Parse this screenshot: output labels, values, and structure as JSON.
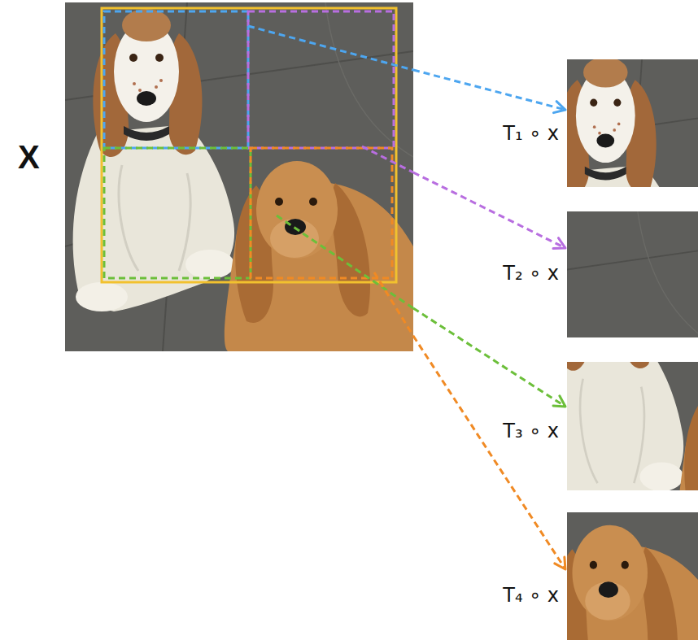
{
  "diagram": {
    "nodes": [
      {
        "text": [
          "X"
        ]
      },
      {
        "text": [
          "T₁ ∘ x"
        ]
      },
      {
        "text": [
          "T₂ ∘ x"
        ]
      },
      {
        "text": [
          "T₃ ∘ x"
        ]
      },
      {
        "text": [
          "T₄ ∘ x"
        ]
      }
    ],
    "edges": [
      {
        "from": 0,
        "to": 1,
        "arrow": "to"
      },
      {
        "from": 0,
        "to": 2,
        "arrow": "to"
      },
      {
        "from": 0,
        "to": 3,
        "arrow": "to"
      },
      {
        "from": 0,
        "to": 4,
        "arrow": "to"
      }
    ]
  }
}
